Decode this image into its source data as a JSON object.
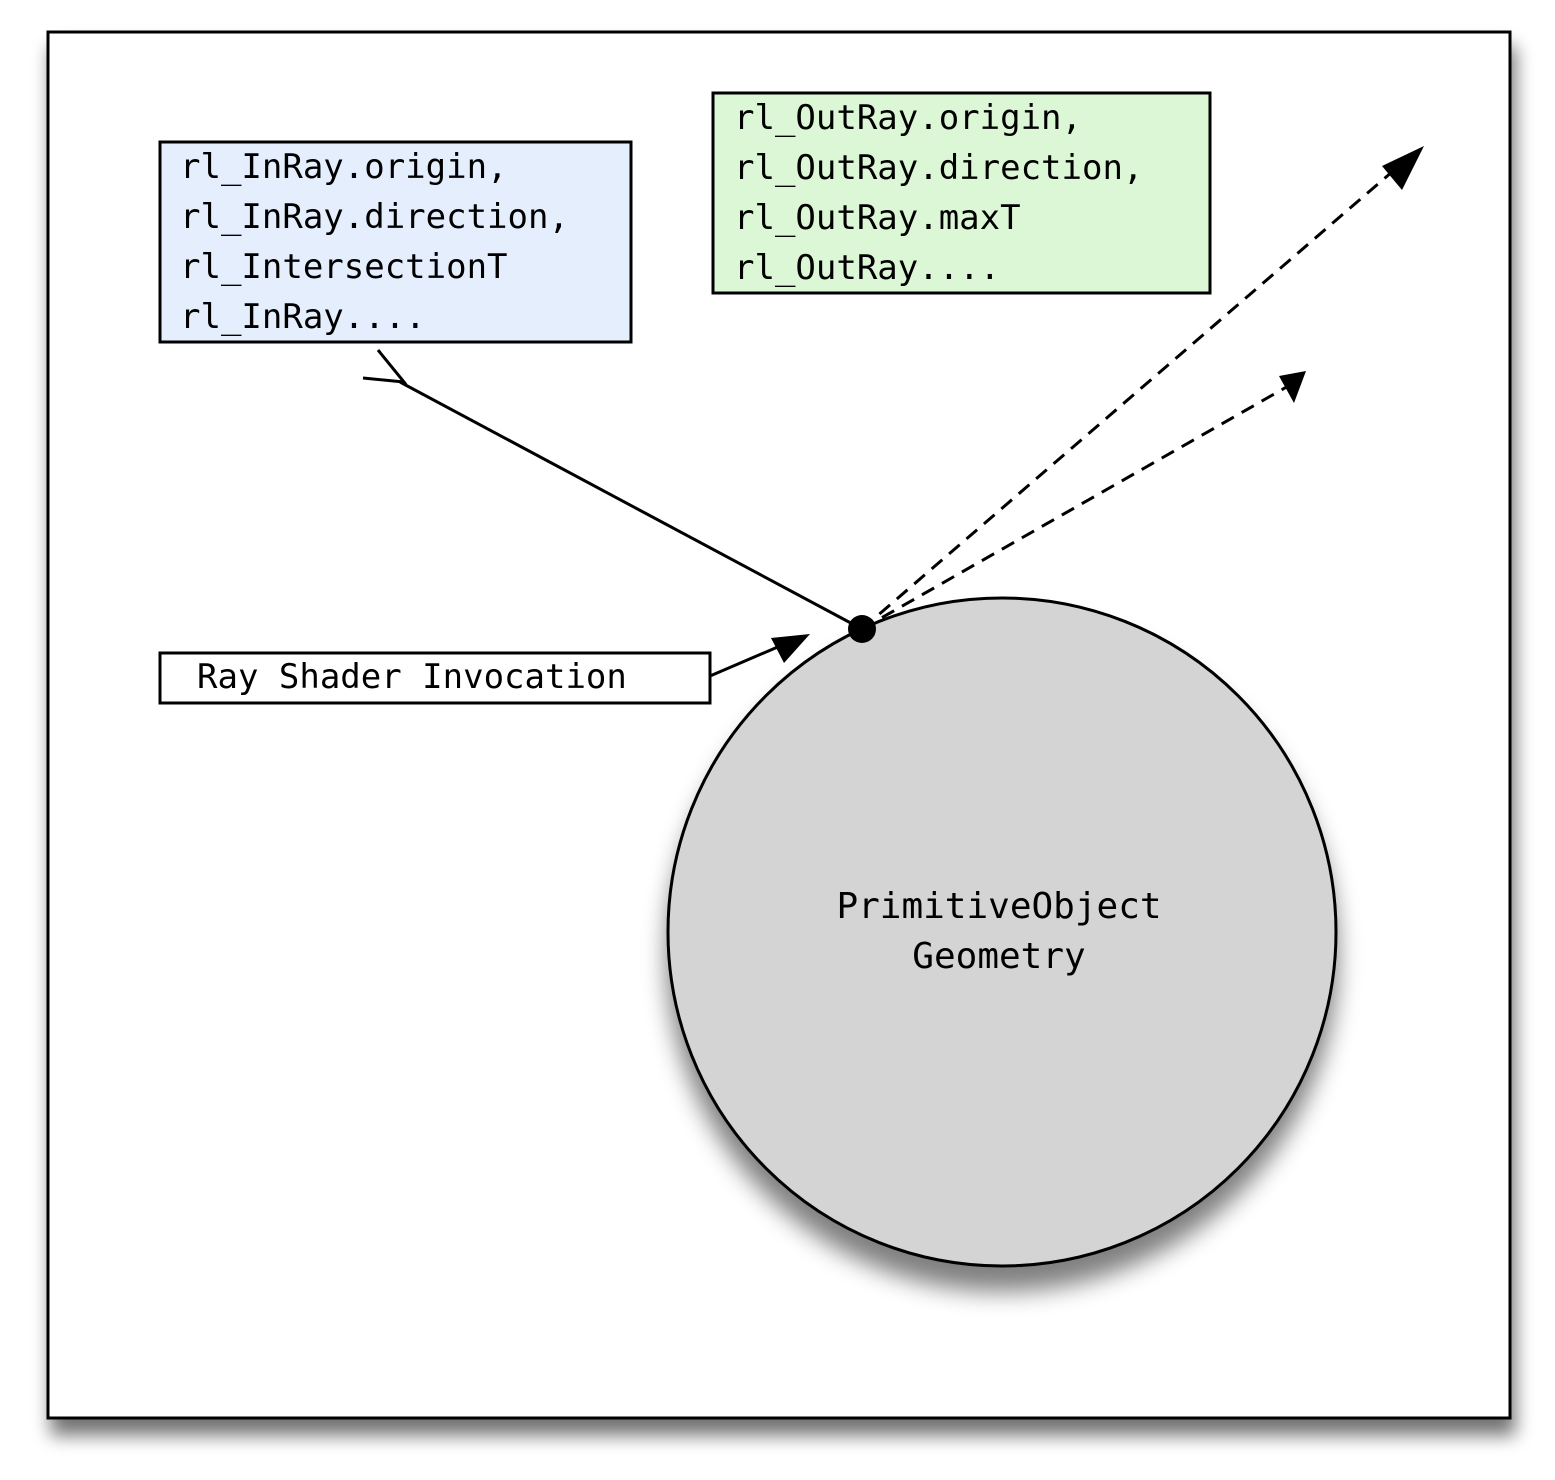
{
  "colors": {
    "canvas_background": "#ffffff",
    "in_ray_box_fill": "#e4eefc",
    "out_ray_box_fill": "#dcf7d6",
    "geometry_fill": "#d4d4d4",
    "stroke": "#000000"
  },
  "in_ray_box": {
    "lines": [
      "rl_InRay.origin,",
      "rl_InRay.direction,",
      "rl_IntersectionT",
      "rl_InRay...."
    ]
  },
  "out_ray_box": {
    "lines": [
      "rl_OutRay.origin,",
      "rl_OutRay.direction,",
      "rl_OutRay.maxT",
      "rl_OutRay...."
    ]
  },
  "invocation_label": "Ray Shader Invocation",
  "geometry": {
    "line1": "PrimitiveObject",
    "line2": "Geometry"
  }
}
